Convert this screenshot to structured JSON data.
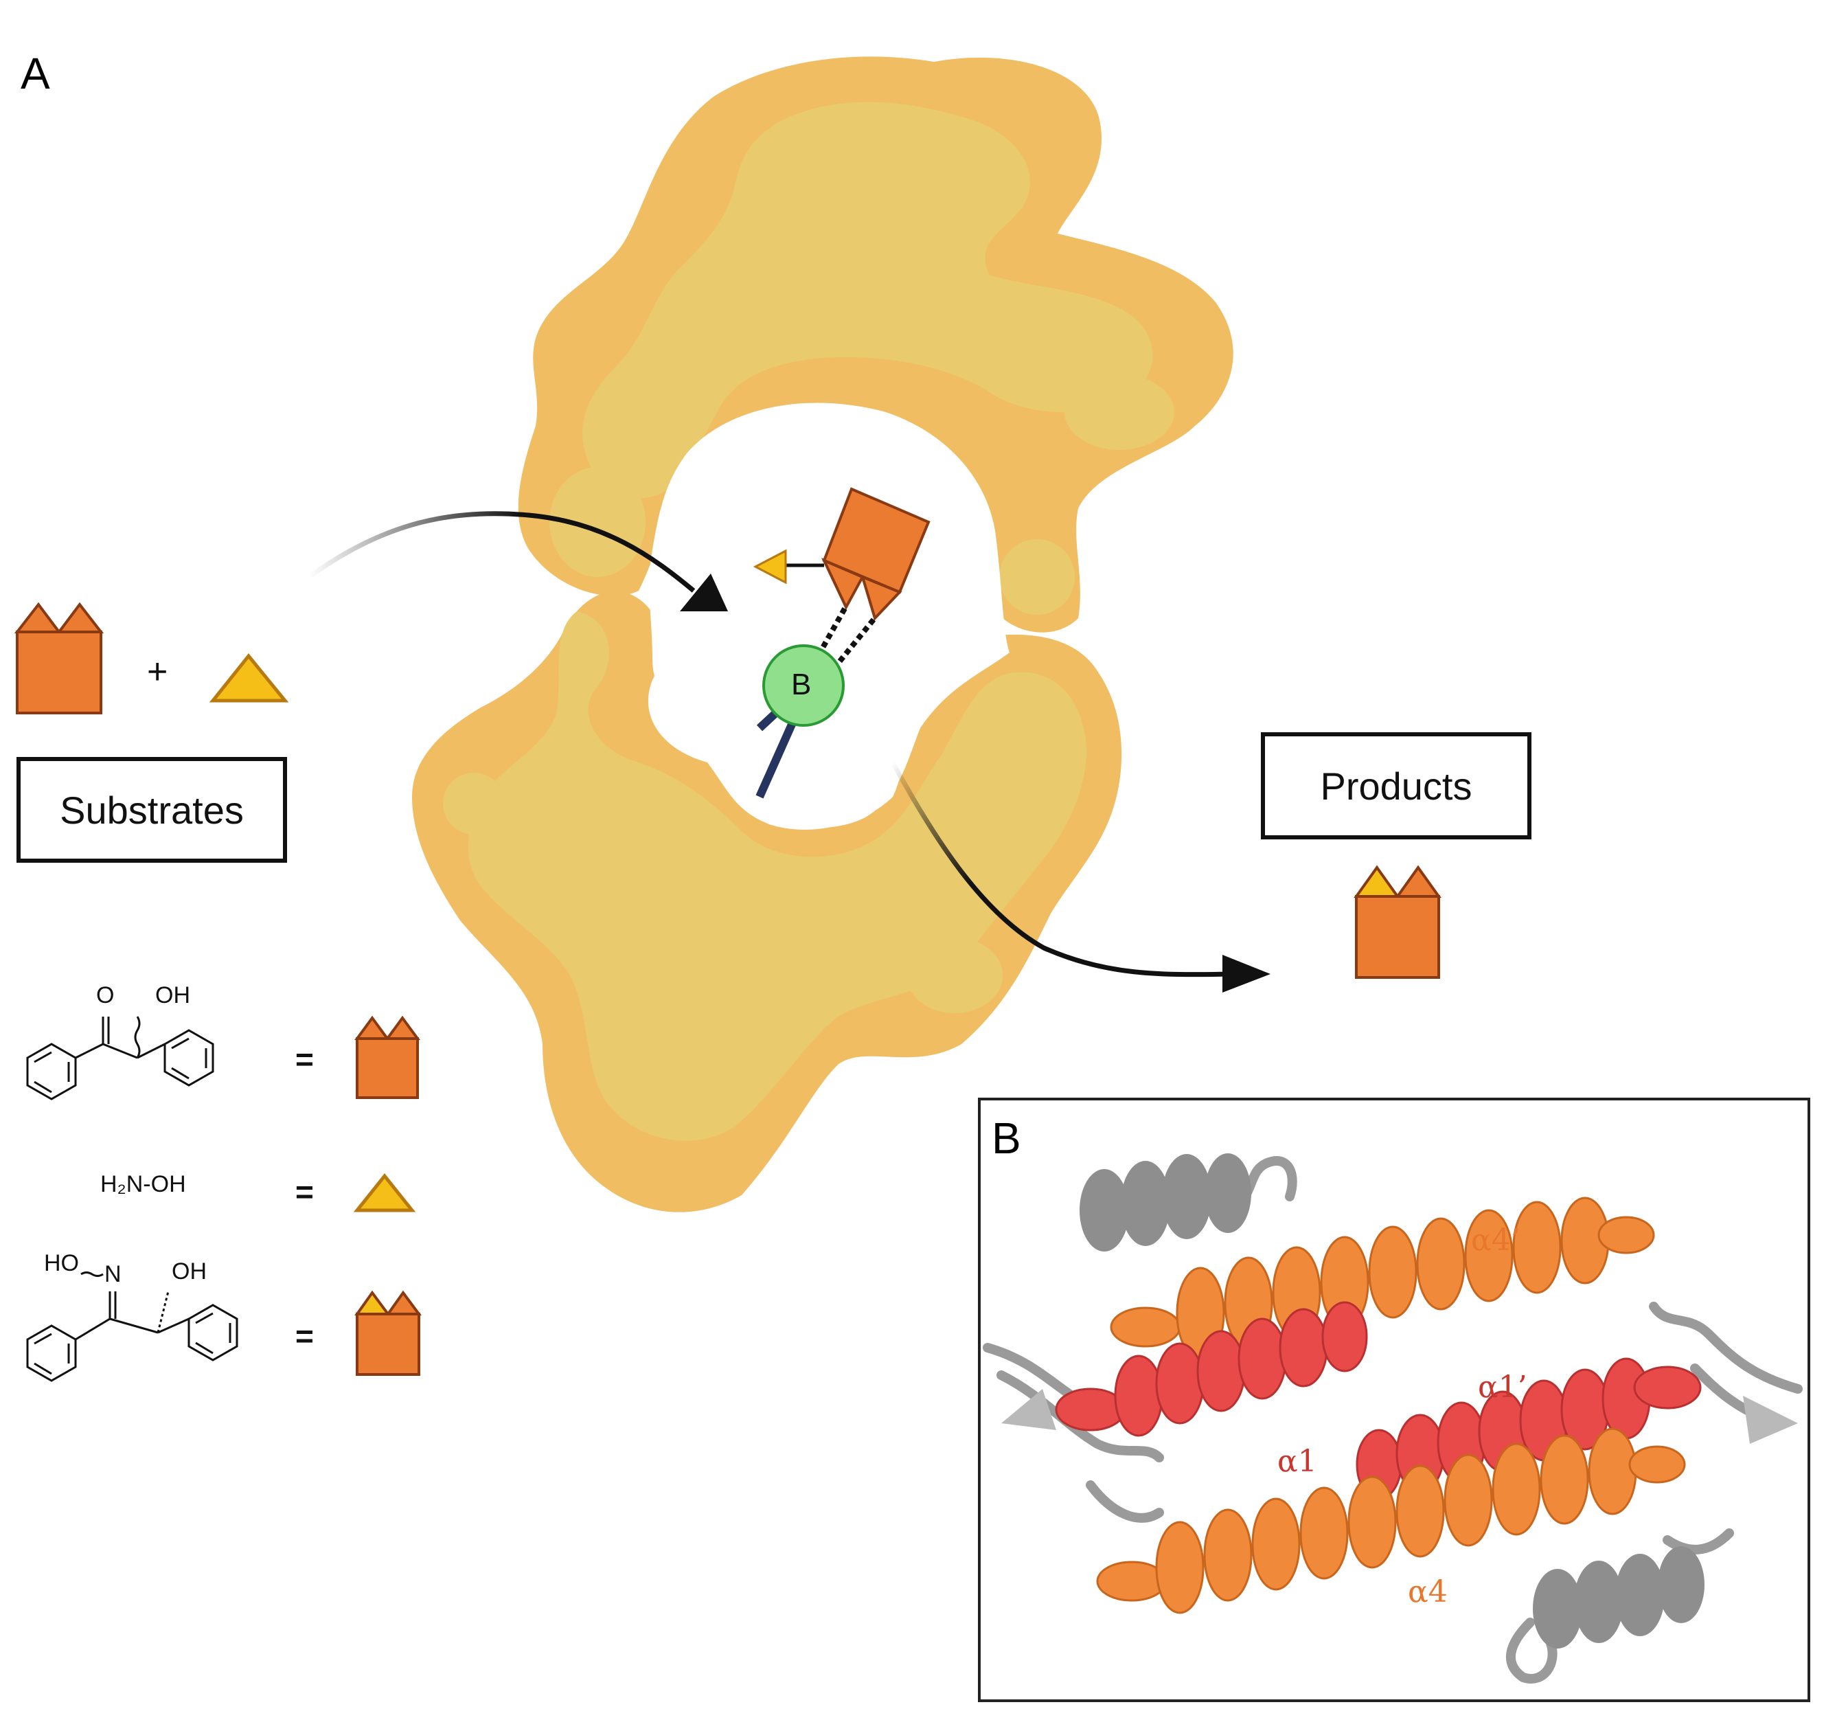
{
  "panel_a": {
    "label": "A",
    "substrates_label": "Substrates",
    "products_label": "Products",
    "plus": "+",
    "base_label": "B",
    "legend": {
      "equals": "=",
      "benzoin_oh": "OH",
      "benzoin_o": "O",
      "hydroxylamine": "H₂N-OH",
      "oxime_ho": "HO",
      "oxime_n": "N",
      "oxime_oh": "OH"
    }
  },
  "panel_b": {
    "label": "B",
    "helices": {
      "a4prime": "α4’",
      "a1prime": "α1’",
      "a1": "α1",
      "a4": "α4"
    }
  },
  "colors": {
    "protein_outer": "#f0bd62",
    "protein_inner": "#e9ca6d",
    "substrate_orange": "#ec7b32",
    "substrate_stroke": "#8a3a12",
    "small_triangle": "#f5bf17",
    "base_green": "#8fdf8d",
    "linker_navy": "#25355f",
    "helix_orange": "#f08a3a",
    "helix_red": "#e84a4a",
    "helix_gray": "#8e8e8e",
    "label_red": "#c8362e",
    "label_orange": "#e8772d"
  }
}
